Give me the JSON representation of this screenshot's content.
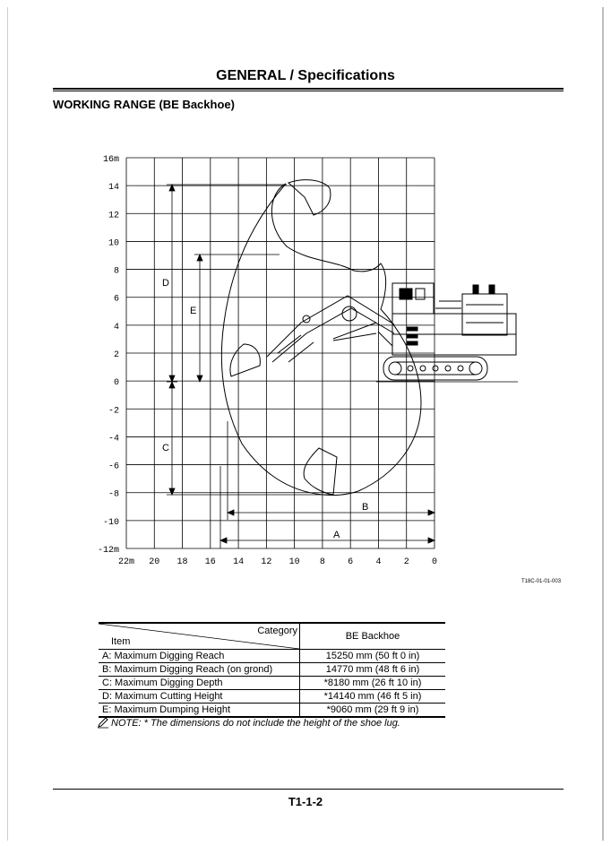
{
  "header": {
    "title": "GENERAL / Specifications"
  },
  "section": {
    "title": "WORKING RANGE (BE Backhoe)"
  },
  "diagram": {
    "y_tick_labels": [
      "16m",
      "14",
      "12",
      "10",
      "8",
      "6",
      "4",
      "2",
      "0",
      "-2",
      "-4",
      "-6",
      "-8",
      "-10",
      "-12m"
    ],
    "x_tick_labels": [
      "22m",
      "20",
      "18",
      "16",
      "14",
      "12",
      "10",
      "8",
      "6",
      "4",
      "2",
      "0"
    ],
    "dimension_labels": {
      "a": "A",
      "b": "B",
      "c": "C",
      "d": "D",
      "e": "E"
    },
    "figure_code": "T18C-01-01-003"
  },
  "spec_table": {
    "header_category": "Category",
    "header_item": "Item",
    "header_value": "BE Backhoe",
    "rows": [
      {
        "item": "A:  Maximum Digging Reach",
        "value": "15250  mm (50 ft 0 in)"
      },
      {
        "item": "B:  Maximum Digging Reach (on grond)",
        "value": "14770  mm (48 ft 6 in)"
      },
      {
        "item": "C:  Maximum Digging Depth",
        "value": "*8180  mm (26 ft 10 in)"
      },
      {
        "item": "D:  Maximum Cutting Height",
        "value": "*14140  mm (46 ft 5 in)"
      },
      {
        "item": "E:  Maximum Dumping Height",
        "value": "*9060  mm (29 ft 9 in)"
      }
    ]
  },
  "note": {
    "text": "NOTE:  * The dimensions do not include the height of the shoe lug."
  },
  "footer": {
    "page_number": "T1-1-2"
  }
}
